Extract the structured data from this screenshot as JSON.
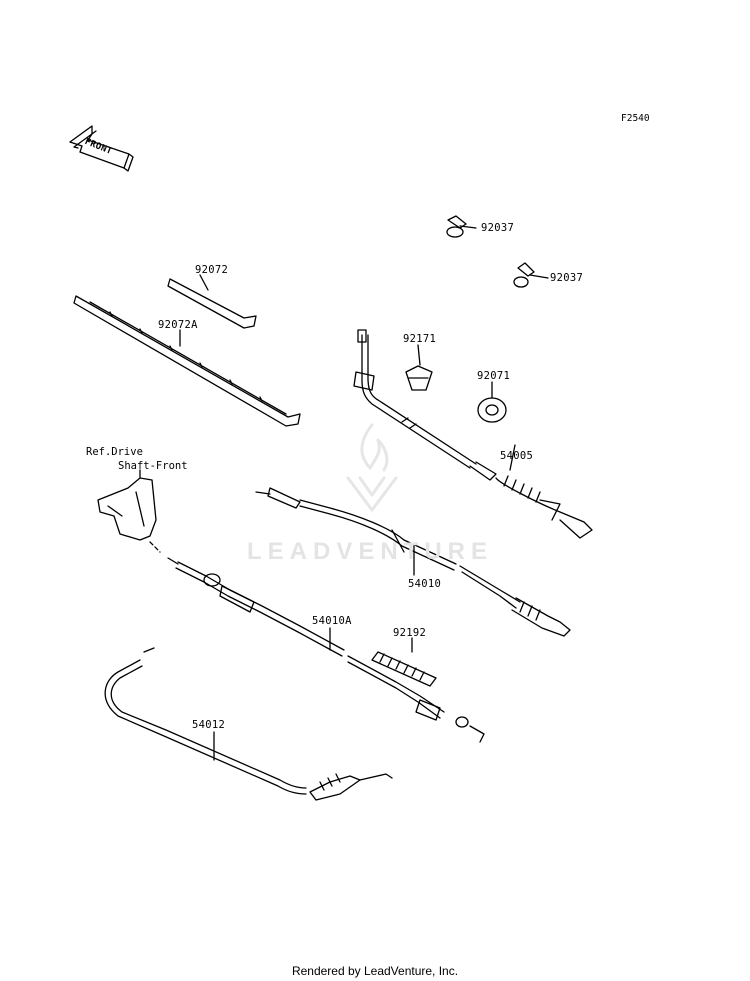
{
  "diagram": {
    "code": "F2540",
    "front_label": "FRONT",
    "watermark": "LEADVENTURE",
    "reference": {
      "line1": "Ref.Drive",
      "line2": "Shaft-Front"
    },
    "parts": [
      {
        "id": "92037",
        "label": "92037"
      },
      {
        "id": "92037-b",
        "label": "92037"
      },
      {
        "id": "92072",
        "label": "92072"
      },
      {
        "id": "92072A",
        "label": "92072A"
      },
      {
        "id": "92171",
        "label": "92171"
      },
      {
        "id": "92071",
        "label": "92071"
      },
      {
        "id": "54005",
        "label": "54005"
      },
      {
        "id": "54010",
        "label": "54010"
      },
      {
        "id": "54010A",
        "label": "54010A"
      },
      {
        "id": "92192",
        "label": "92192"
      },
      {
        "id": "54012",
        "label": "54012"
      }
    ],
    "footer": "Rendered by LeadVenture, Inc."
  }
}
